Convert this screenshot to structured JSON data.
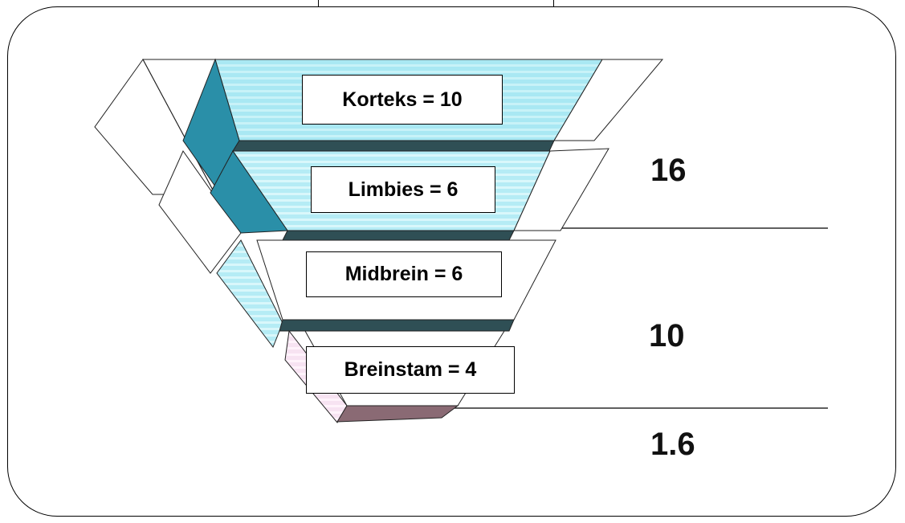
{
  "layers": [
    {
      "id": "korteks",
      "label": "Korteks = 10",
      "color": "#9fe4f0",
      "value": 10
    },
    {
      "id": "limbies",
      "label": "Limbies = 6",
      "color": "#a6e6f2",
      "value": 6
    },
    {
      "id": "midbrein",
      "label": "Midbrein = 6",
      "color": "#ffffff",
      "value": 6
    },
    {
      "id": "breinstam",
      "label": "Breinstam = 4",
      "color": "#f3d7ec",
      "value": 4
    }
  ],
  "side_values": [
    "16",
    "10",
    "1.6"
  ],
  "colors": {
    "dark_band": "#2f4f55",
    "dark_teal": "#2a8fa8",
    "pink_band": "#8a6a74"
  }
}
